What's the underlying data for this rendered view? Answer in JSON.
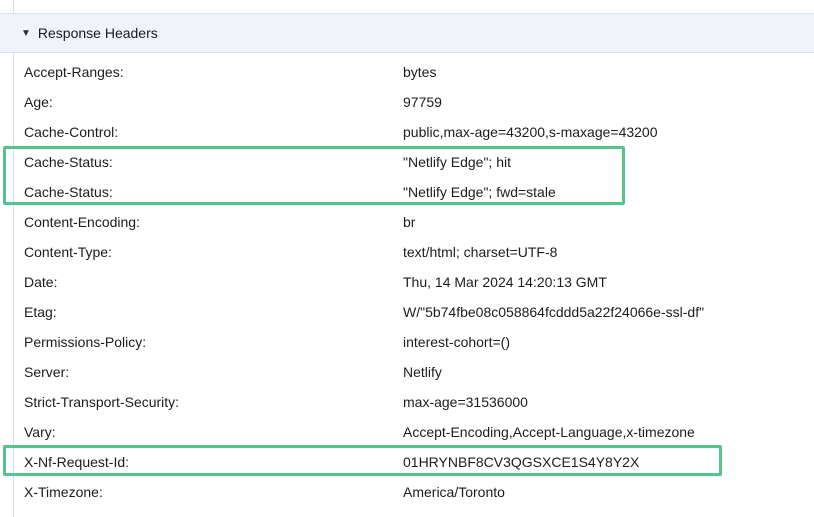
{
  "section": {
    "collapse_indicator": "▼",
    "title": "Response Headers"
  },
  "headers": [
    {
      "name": "Accept-Ranges:",
      "value": "bytes",
      "highlighted": false
    },
    {
      "name": "Age:",
      "value": "97759",
      "highlighted": false
    },
    {
      "name": "Cache-Control:",
      "value": "public,max-age=43200,s-maxage=43200",
      "highlighted": false
    },
    {
      "name": "Cache-Status:",
      "value": "\"Netlify Edge\"; hit",
      "highlighted": true
    },
    {
      "name": "Cache-Status:",
      "value": "\"Netlify Edge\"; fwd=stale",
      "highlighted": true
    },
    {
      "name": "Content-Encoding:",
      "value": "br",
      "highlighted": false
    },
    {
      "name": "Content-Type:",
      "value": "text/html; charset=UTF-8",
      "highlighted": false
    },
    {
      "name": "Date:",
      "value": "Thu, 14 Mar 2024 14:20:13 GMT",
      "highlighted": false
    },
    {
      "name": "Etag:",
      "value": "W/\"5b74fbe08c058864fcddd5a22f24066e-ssl-df\"",
      "highlighted": false
    },
    {
      "name": "Permissions-Policy:",
      "value": "interest-cohort=()",
      "highlighted": false
    },
    {
      "name": "Server:",
      "value": "Netlify",
      "highlighted": false
    },
    {
      "name": "Strict-Transport-Security:",
      "value": "max-age=31536000",
      "highlighted": false
    },
    {
      "name": "Vary:",
      "value": "Accept-Encoding,Accept-Language,x-timezone",
      "highlighted": false
    },
    {
      "name": "X-Nf-Request-Id:",
      "value": "01HRYNBF8CV3QGSXCE1S4Y8Y2X",
      "highlighted": true
    },
    {
      "name": "X-Timezone:",
      "value": "America/Toronto",
      "highlighted": false
    }
  ],
  "colors": {
    "highlight_green": "#55c48c",
    "section_background": "#f0f3f9",
    "section_border": "#dbe2f0",
    "guide_line_blue": "#cfe0f2",
    "text": "#1a1c1f"
  }
}
